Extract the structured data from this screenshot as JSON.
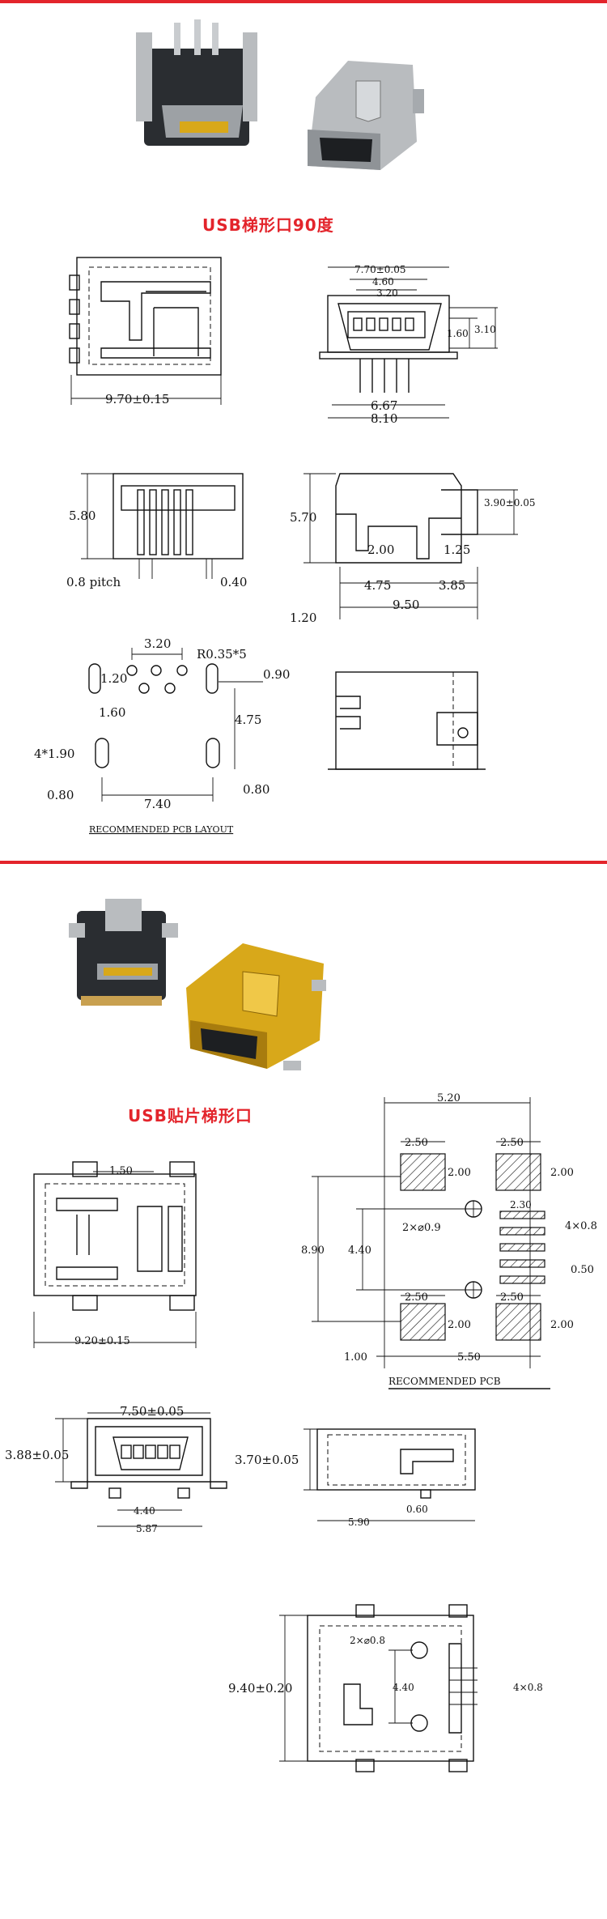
{
  "sections": [
    {
      "title": "USB梯形口90度",
      "dims": {
        "w970": "9.70±0.15",
        "w770": "7.70±0.05",
        "w460": "4.60",
        "w320": "3.20",
        "h160": "1.60",
        "h310": "3.10",
        "w667": "6.67",
        "w810": "8.10",
        "h580": "5.80",
        "pitch": "0.8 pitch",
        "p040": "0.40",
        "h570": "5.70",
        "h390": "3.90±0.05",
        "d200": "2.00",
        "d125": "1.25",
        "d475": "4.75",
        "d385": "3.85",
        "d120": "1.20",
        "d950": "9.50",
        "pcb320": "3.20",
        "r035": "R0.35*5",
        "pcb120": "1.20",
        "pcb090": "0.90",
        "pcb160": "1.60",
        "pcb475": "4.75",
        "pcb4x190": "4*1.90",
        "pcb080a": "0.80",
        "pcb740": "7.40",
        "pcb080b": "0.80"
      },
      "caption": "RECOMMENDED PCB LAYOUT"
    },
    {
      "title": "USB贴片梯形口",
      "dims": {
        "w150": "1.50",
        "w920": "9.20±0.15",
        "w520": "5.20",
        "a250": "2.50",
        "a200": "2.00",
        "b250": "2.50",
        "b200": "2.00",
        "h890": "8.90",
        "h440": "4.40",
        "holes": "2×⌀0.9",
        "slots": "4×0.8",
        "s230": "2.30",
        "s050": "0.50",
        "c250": "2.50",
        "c200": "2.00",
        "d250": "2.50",
        "d200": "2.00",
        "e100": "1.00",
        "e550": "5.50",
        "w750": "7.50±0.05",
        "h388": "3.88±0.05",
        "w440": "4.40",
        "w587": "5.87",
        "h370": "3.70±0.05",
        "f060": "0.60",
        "f590": "5.90",
        "h940": "9.40±0.20",
        "holes2": "2×⌀0.8",
        "h440b": "4.40",
        "slots2": "4×0.8"
      },
      "caption": "RECOMMENDED PCB"
    }
  ],
  "photos": [
    {
      "name": "right-angle-connector-photo-a"
    },
    {
      "name": "right-angle-connector-photo-b"
    },
    {
      "name": "smd-connector-photo-black"
    },
    {
      "name": "smd-connector-photo-gold"
    }
  ],
  "colors": {
    "accent": "#e3242b",
    "gold": "#d8a81a",
    "metal": "#b9bcbf",
    "plastic": "#2a2d31"
  }
}
